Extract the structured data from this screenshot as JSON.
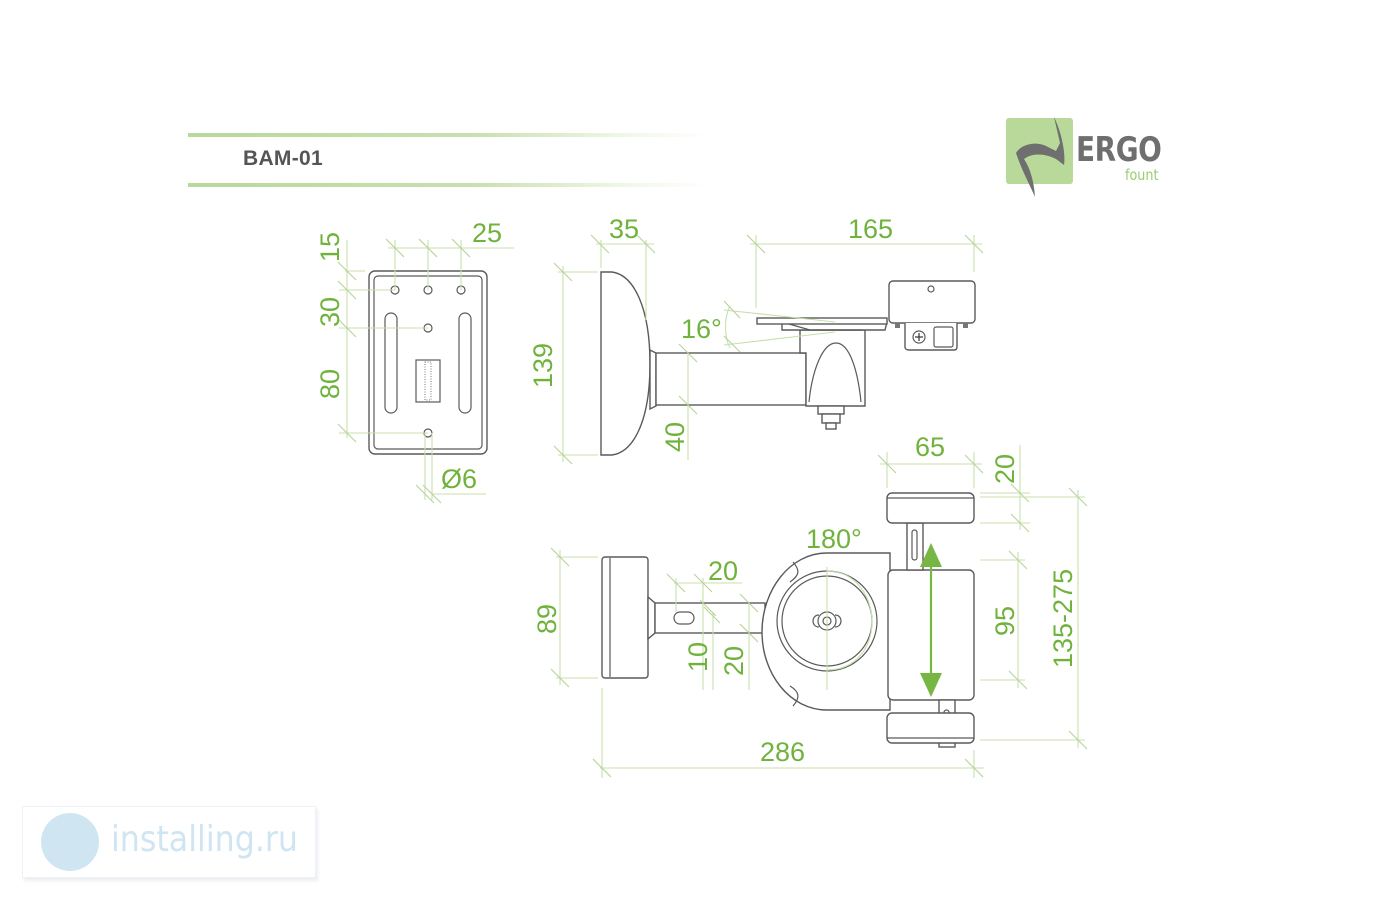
{
  "header": {
    "model": "BAM-01"
  },
  "brand": {
    "name": "ERGO",
    "sub": "fount",
    "accent_color": "#b9d99a",
    "text_color": "#6f6f6f"
  },
  "watermark": {
    "text": "installing.ru",
    "color": "#cfe5f2"
  },
  "colors": {
    "dimension": "#6fb23c",
    "dimension_line": "#c8dfae",
    "outline": "#5a5a5a",
    "arrow": "#78b643"
  },
  "views": {
    "front": {
      "dims": {
        "top_offset": "15",
        "hole_spacing": "30",
        "lower_spacing": "80",
        "hole_pitch": "25",
        "hole_diameter": "Ø6"
      }
    },
    "side": {
      "dims": {
        "plate_depth": "35",
        "plate_height": "139",
        "arm_height": "40",
        "tilt_angle": "16°",
        "platform_length": "165"
      }
    },
    "top": {
      "dims": {
        "plate_width": "89",
        "slot_offset": "20",
        "slot_width": "10",
        "arm_width": "20",
        "rotation": "180°",
        "clamp_width": "65",
        "clamp_depth": "20",
        "clamp_span": "95",
        "clamp_range": "135-275",
        "total_length": "286"
      }
    }
  }
}
